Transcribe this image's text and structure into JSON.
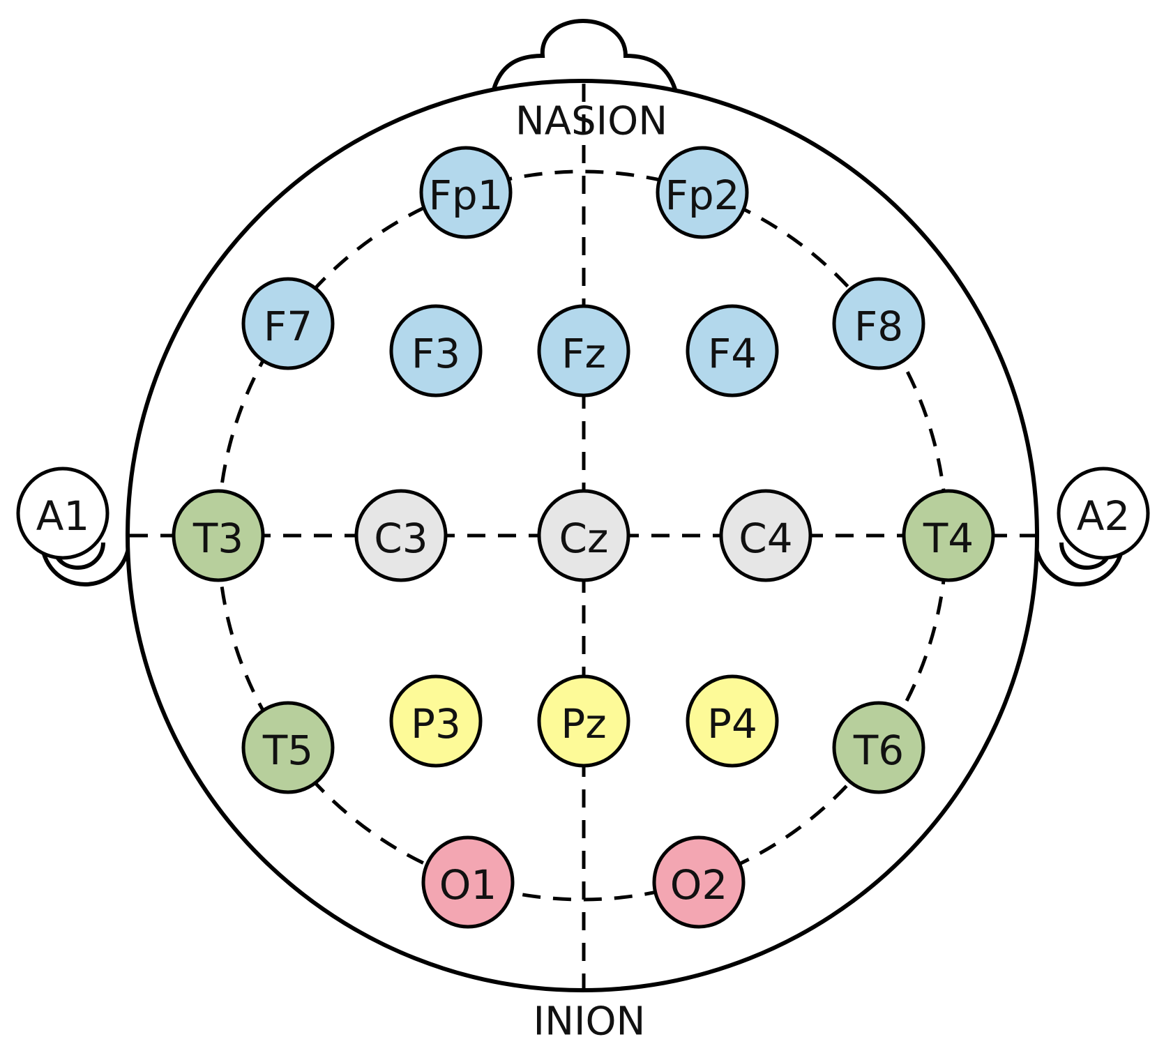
{
  "landmarks": {
    "top": "NASION",
    "bottom": "INION"
  },
  "region_colors": {
    "frontal": "#b3d8ec",
    "central": "#e6e6e6",
    "temporal": "#b7cf9c",
    "parietal": "#fdfa98",
    "occipital": "#f3a6b2",
    "reference": "#ffffff"
  },
  "electrodes": [
    {
      "label": "Fp1",
      "region": "frontal"
    },
    {
      "label": "Fp2",
      "region": "frontal"
    },
    {
      "label": "F7",
      "region": "frontal"
    },
    {
      "label": "F3",
      "region": "frontal"
    },
    {
      "label": "Fz",
      "region": "frontal"
    },
    {
      "label": "F4",
      "region": "frontal"
    },
    {
      "label": "F8",
      "region": "frontal"
    },
    {
      "label": "A1",
      "region": "reference"
    },
    {
      "label": "T3",
      "region": "temporal"
    },
    {
      "label": "C3",
      "region": "central"
    },
    {
      "label": "Cz",
      "region": "central"
    },
    {
      "label": "C4",
      "region": "central"
    },
    {
      "label": "T4",
      "region": "temporal"
    },
    {
      "label": "A2",
      "region": "reference"
    },
    {
      "label": "T5",
      "region": "temporal"
    },
    {
      "label": "P3",
      "region": "parietal"
    },
    {
      "label": "Pz",
      "region": "parietal"
    },
    {
      "label": "P4",
      "region": "parietal"
    },
    {
      "label": "T6",
      "region": "temporal"
    },
    {
      "label": "O1",
      "region": "occipital"
    },
    {
      "label": "O2",
      "region": "occipital"
    }
  ]
}
